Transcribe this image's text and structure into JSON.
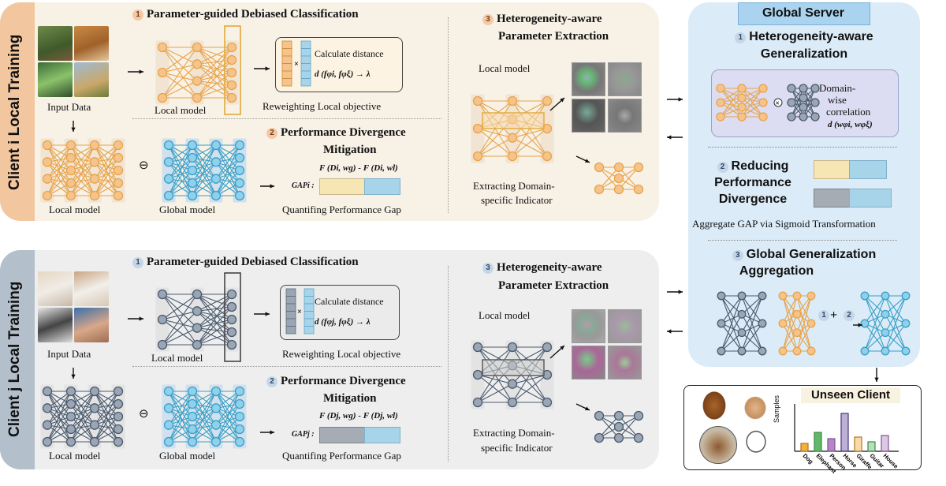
{
  "client_top": {
    "side_label": "Client i Local Training",
    "step1": {
      "num": "1",
      "title": "Parameter-guided Debiased Classification"
    },
    "input_data": "Input Data",
    "local_model_1": "Local model",
    "calc_distance": "Calculate distance",
    "distance_formula": "d (fφi, fφξ) → λ",
    "reweighting": "Reweighting Local objective",
    "step2": {
      "num": "2",
      "title_line1": "Performance Divergence",
      "title_line2": "Mitigation"
    },
    "perf_formula": "F (Di, wg) - F (Di, wl)",
    "gap_label": "GAPi :",
    "local_model_2": "Local model",
    "global_model": "Global model",
    "quant_gap": "Quantifing Performance Gap",
    "step3": {
      "num": "3",
      "title_line1": "Heterogeneity-aware",
      "title_line2": "Parameter Extraction"
    },
    "local_model_3": "Local model",
    "extracting_1": "Extracting Domain-",
    "extracting_2": "specific Indicator",
    "minus": "⊖"
  },
  "client_bottom": {
    "side_label": "Client j Local Training",
    "step1": {
      "num": "1",
      "title": "Parameter-guided Debiased Classification"
    },
    "input_data": "Input Data",
    "local_model_1": "Local model",
    "calc_distance": "Calculate distance",
    "distance_formula": "d (fφj, fφξ) → λ",
    "reweighting": "Reweighting Local objective",
    "step2": {
      "num": "2",
      "title_line1": "Performance Divergence",
      "title_line2": "Mitigation"
    },
    "perf_formula": "F (Dj, wg) - F (Dj, wl)",
    "gap_label": "GAPj :",
    "local_model_2": "Local model",
    "global_model": "Global model",
    "quant_gap": "Quantifing Performance Gap",
    "step3": {
      "num": "3",
      "title_line1": "Heterogeneity-aware",
      "title_line2": "Parameter Extraction"
    },
    "local_model_3": "Local model",
    "extracting_1": "Extracting Domain-",
    "extracting_2": "specific Indicator",
    "minus": "⊖"
  },
  "global_server": {
    "header": "Global Server",
    "step1": {
      "num": "1",
      "title_line1": "Heterogeneity-aware",
      "title_line2": "Generalization"
    },
    "domain_wise_1": "Domain-",
    "domain_wise_2": "wise",
    "domain_wise_3": "correlation",
    "corr_formula": "d (wφi, wφξ)",
    "step2": {
      "num": "2",
      "title_line1": "Reducing",
      "title_line2": "Performance",
      "title_line3": "Divergence"
    },
    "aggregate": "Aggregate GAP via Sigmoid Transformation",
    "step3": {
      "num": "3",
      "title_line1": "Global Generalization",
      "title_line2": "Aggregation"
    },
    "ellipsis": "...",
    "plus": "+",
    "c1": "1",
    "c2": "2"
  },
  "unseen_client": {
    "title": "Unseen Client",
    "y_label": "Samples",
    "categories": [
      "Dog",
      "Elephant",
      "Person",
      "Horse",
      "Giraffe",
      "Guitar",
      "House"
    ]
  },
  "colors": {
    "orange": "#e8a34a",
    "blue_teal": "#3aa0c8",
    "dark_slate": "#4a5a6e",
    "panel_top": "#f6f1e7",
    "panel_bottom": "#efefef",
    "server_bg": "#dcecf8"
  }
}
